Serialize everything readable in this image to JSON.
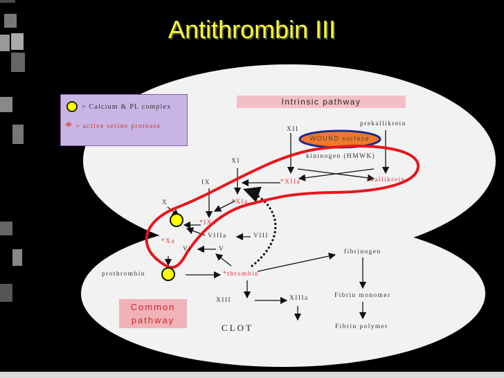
{
  "title": "Antithrombin III",
  "legend": {
    "circle_text": "= Calcium & PL complex",
    "star_symbol": "*",
    "star_text": "= active serine protease"
  },
  "intrinsic_label": "Intrinsic pathway",
  "common_label_1": "Common",
  "common_label_2": "pathway",
  "wound_surface": "WOUND surface",
  "nodes": {
    "prekallikrein": "prekallikrein",
    "xii": "XII",
    "kininogen": "kininogen (HMWK)",
    "xiia": "*XIIa",
    "kallikrein": "*kallikrein",
    "xi": "XI",
    "ix": "IX",
    "xia": "*XIa",
    "x": "X",
    "ixa": "*IXa",
    "viiia": "VIIIa",
    "viii": "VIII",
    "xa": "*Xa",
    "va": "Va",
    "v": "V",
    "prothrombin": "prothrombin",
    "thrombin": "*thrombin",
    "fibrinogen": "fibrinogen",
    "fibrin_monomer": "Fibrin monomer",
    "xiii": "XIII",
    "xiiia": "XIIIa",
    "fibrin_polymer": "Fibrin polymer",
    "clot": "CLOT"
  },
  "colors": {
    "background": "#000000",
    "title": "#ffff33",
    "diagram_bg": "#f2f2f2",
    "red_loop": "#e8141c",
    "wound_fill": "#f0782a",
    "wound_border": "#1a2c8c",
    "calcium_circle": "#ffff00",
    "legend_bg": "#c8b5e6",
    "active_label": "#e0303a"
  }
}
